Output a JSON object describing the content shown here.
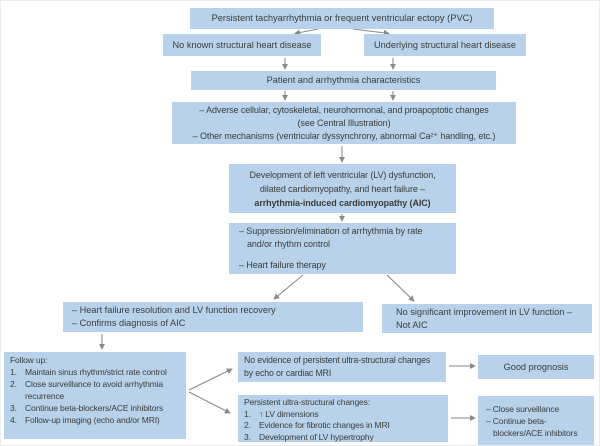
{
  "palette": {
    "box_fill": "#b7d2ea",
    "text_color": "#3d3d3d",
    "arrow_color": "#8a8a8a",
    "background": "#ffffff"
  },
  "nodes": {
    "pvc": {
      "text": "Persistent tachyarrhythmia or frequent ventricular ectopy (PVC)"
    },
    "no_structural": {
      "text": "No known structural heart disease"
    },
    "underlying_structural": {
      "text": "Underlying structural heart disease"
    },
    "characteristics": {
      "text": "Patient and arrhythmia characteristics"
    },
    "mechanisms": {
      "lines": [
        "– Adverse cellular, cytoskeletal, neurohormonal, and proapoptotic changes",
        "(see Central Illustration)",
        "– Other mechanisms (ventricular dyssynchrony, abnormal Ca²⁺ handling, etc.)"
      ]
    },
    "development": {
      "lines": [
        "Development of left ventricular (LV) dysfunction,",
        "dilated cardiomyopathy, and heart failure –",
        "arrhythmia-induced cardiomyopathy (AIC)"
      ]
    },
    "management": {
      "lines": [
        "– Suppression/elimination of arrhythmia by rate",
        "and/or rhythm control",
        "– Heart failure therapy"
      ]
    },
    "resolution": {
      "lines": [
        "– Heart failure resolution and LV function recovery",
        "– Confirms diagnosis of AIC"
      ]
    },
    "no_improvement": {
      "lines": [
        "No significant improvement in LV function –",
        "Not AIC"
      ]
    },
    "followup": {
      "title": "Follow up:",
      "items": [
        {
          "num": "1.",
          "text": "Maintain sinus rhythm/strict rate control"
        },
        {
          "num": "2.",
          "text": "Close surveillance to avoid arrhythmia recurrence"
        },
        {
          "num": "3.",
          "text": "Continue beta-blockers/ACE inhibitors"
        },
        {
          "num": "4.",
          "text": "Follow-up imaging (echo and/or MRI)"
        }
      ]
    },
    "no_evidence": {
      "lines": [
        "No evidence of persistent ultra-structural changes",
        "by echo or cardiac MRI"
      ]
    },
    "persistent_changes": {
      "title": "Persistent ultra-structural changes:",
      "items": [
        {
          "num": "1.",
          "text": "↑ LV dimensions"
        },
        {
          "num": "2.",
          "text": "Evidence for fibrotic changes in MRI"
        },
        {
          "num": "3.",
          "text": "Development of LV hypertrophy"
        }
      ]
    },
    "good_prognosis": {
      "text": "Good prognosis"
    },
    "surveillance": {
      "items": [
        "– Close surveillance",
        "– Continue beta-blockers/ACE inhibitors"
      ]
    }
  }
}
